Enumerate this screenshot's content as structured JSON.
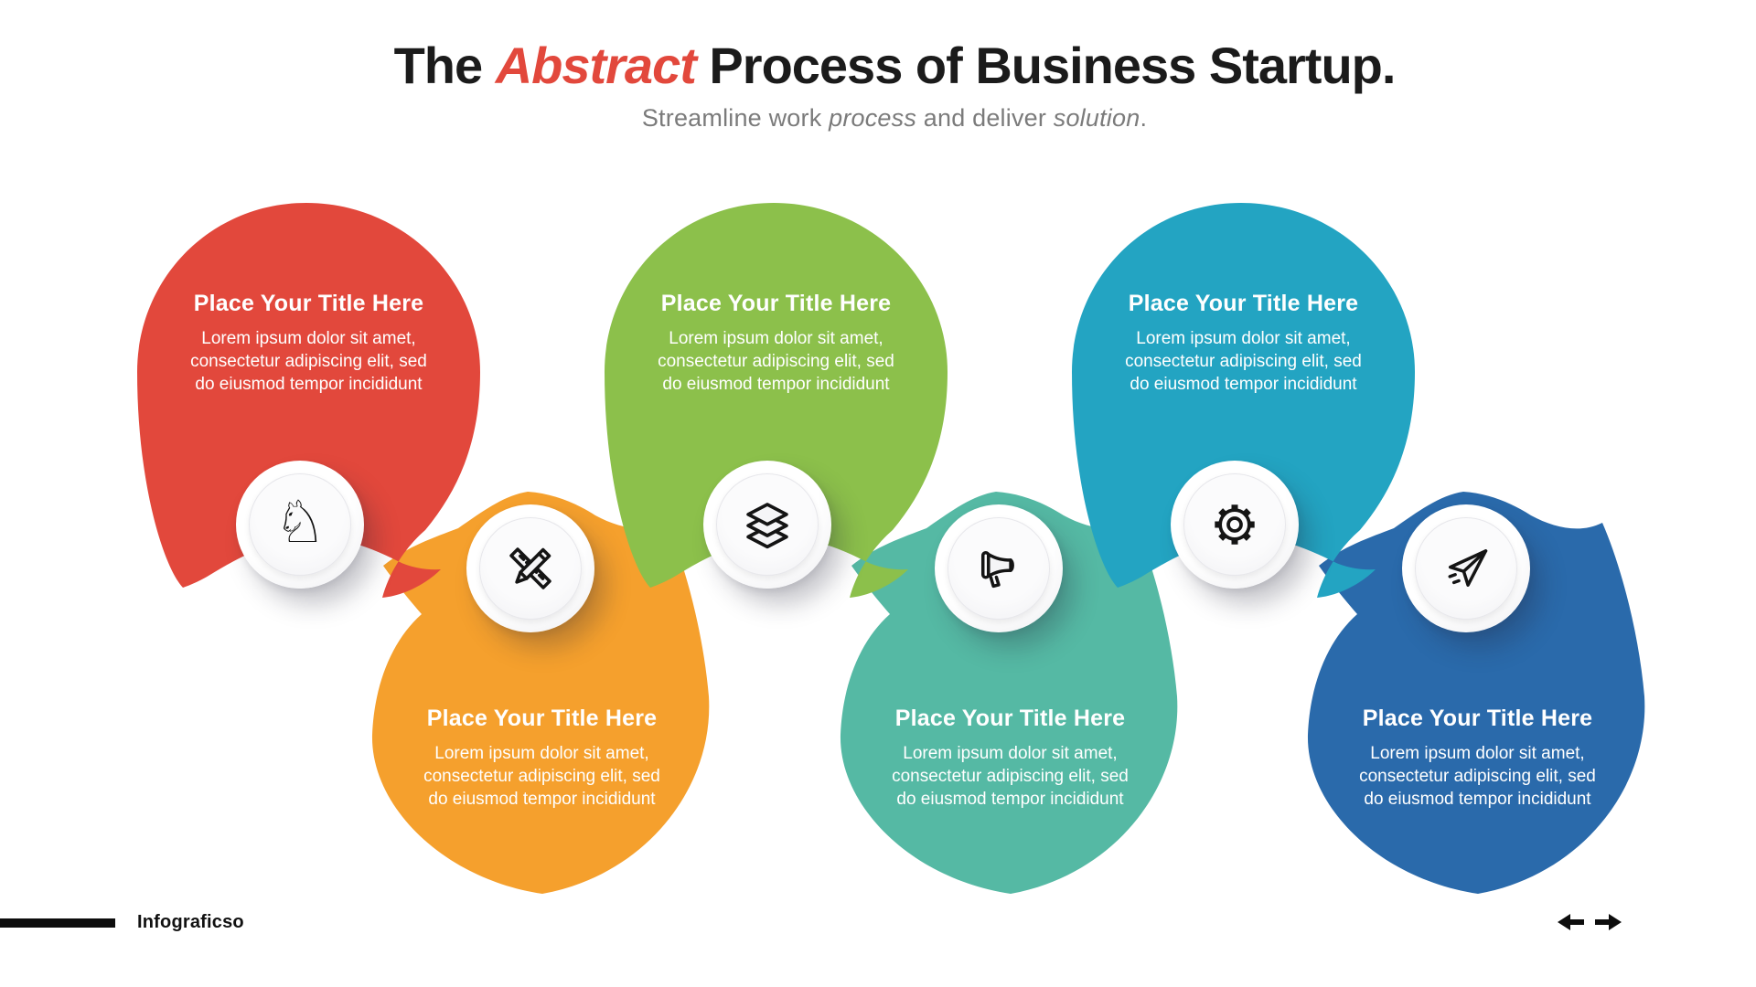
{
  "slide": {
    "title": {
      "pre": "The ",
      "accent": "Abstract",
      "post": " Process of Business Startup."
    },
    "subtitle": {
      "p1": "Streamline work ",
      "i1": "process",
      "p2": " and deliver ",
      "i2": "solution",
      "p3": "."
    }
  },
  "cards": [
    {
      "id": 1,
      "row": "top",
      "color": "#e2483c",
      "icon": "chess-knight-icon",
      "icon_glyph": "♘",
      "title": "Place Your Title Here",
      "body": "Lorem ipsum dolor sit amet, consectetur adipiscing elit, sed do eiusmod tempor incididunt"
    },
    {
      "id": 2,
      "row": "bottom",
      "color": "#f5a02d",
      "icon": "pencil-ruler-icon",
      "title": "Place Your Title Here",
      "body": "Lorem ipsum dolor sit amet, consectetur adipiscing elit, sed do eiusmod tempor incididunt"
    },
    {
      "id": 3,
      "row": "top",
      "color": "#8cc04b",
      "icon": "layers-icon",
      "title": "Place Your Title Here",
      "body": "Lorem ipsum dolor sit amet, consectetur adipiscing elit, sed do eiusmod tempor incididunt"
    },
    {
      "id": 4,
      "row": "bottom",
      "color": "#55b9a4",
      "icon": "megaphone-icon",
      "title": "Place Your Title Here",
      "body": "Lorem ipsum dolor sit amet, consectetur adipiscing elit, sed do eiusmod tempor incididunt"
    },
    {
      "id": 5,
      "row": "top",
      "color": "#23a4c2",
      "icon": "gear-icon",
      "title": "Place Your Title Here",
      "body": "Lorem ipsum dolor sit amet, consectetur adipiscing elit, sed do eiusmod tempor incididunt"
    },
    {
      "id": 6,
      "row": "bottom",
      "color": "#2a6aab",
      "icon": "paper-plane-icon",
      "title": "Place Your Title Here",
      "body": "Lorem ipsum dolor sit amet, consectetur adipiscing elit, sed do eiusmod tempor incididunt"
    }
  ],
  "footer": {
    "brand": "Infograficso"
  },
  "nav": {
    "prev_label": "previous slide",
    "next_label": "next slide"
  },
  "colors": {
    "accent_red": "#e2483c",
    "heading": "#1b1b1b",
    "subtitle_gray": "#7b7b7b",
    "card_text": "#ffffff",
    "icon_line": "#141414"
  }
}
